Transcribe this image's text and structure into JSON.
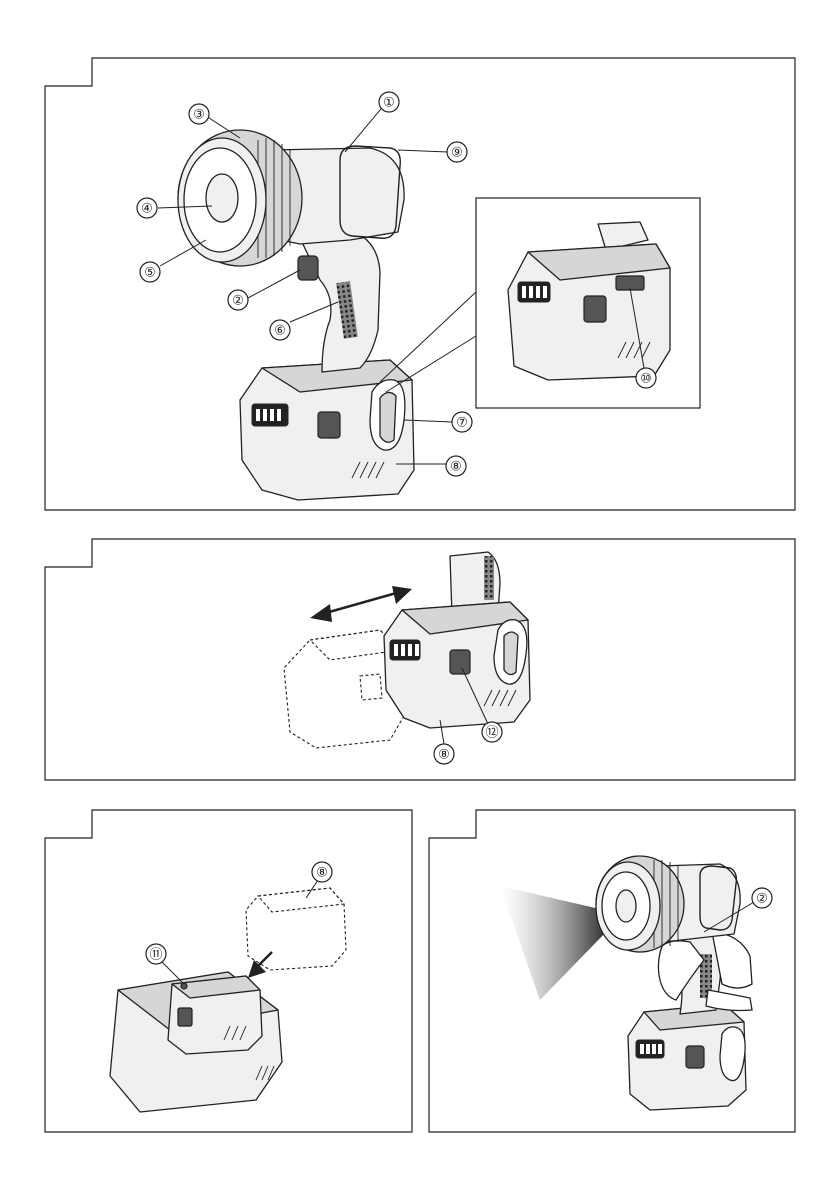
{
  "figures": [
    {
      "id": "fig1",
      "callouts": [
        "①",
        "②",
        "③",
        "④",
        "⑤",
        "⑥",
        "⑦",
        "⑧",
        "⑨",
        "⑩"
      ]
    },
    {
      "id": "fig2",
      "callouts": [
        "⑧",
        "⑫"
      ]
    },
    {
      "id": "fig3",
      "callouts": [
        "⑧",
        "⑪"
      ]
    },
    {
      "id": "fig4",
      "callouts": [
        "②"
      ]
    }
  ],
  "callouts": {
    "c1": "①",
    "c2": "②",
    "c3": "③",
    "c4": "④",
    "c5": "⑤",
    "c6": "⑥",
    "c7": "⑦",
    "c8": "⑧",
    "c9": "⑨",
    "c10": "⑩",
    "c11": "⑪",
    "c12": "⑫"
  },
  "colors": {
    "line": "#222222",
    "fill_light": "#f0f0f0",
    "fill_mid": "#d6d6d6"
  }
}
